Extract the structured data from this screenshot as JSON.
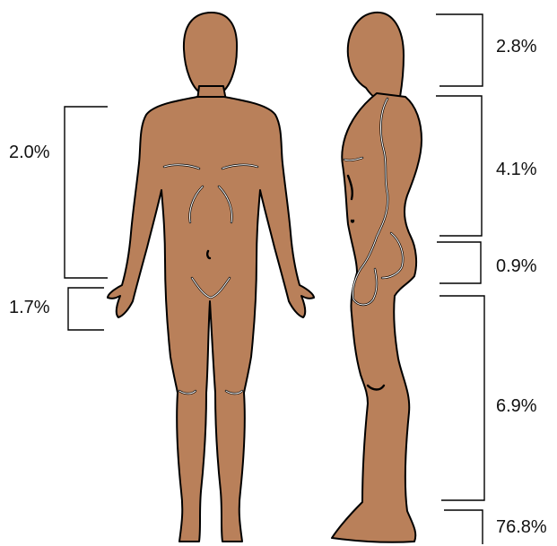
{
  "figure": {
    "skin_color": "#b9805a",
    "outline_color": "#000000",
    "views": [
      "front-view",
      "side-view"
    ]
  },
  "brackets": {
    "front": [
      {
        "id": "front-torso",
        "label": "2.0%"
      },
      {
        "id": "front-pelvis",
        "label": "1.7%"
      }
    ],
    "side": [
      {
        "id": "side-head",
        "label": "2.8%"
      },
      {
        "id": "side-torso",
        "label": "4.1%"
      },
      {
        "id": "side-buttock",
        "label": "0.9%"
      },
      {
        "id": "side-thigh",
        "label": "6.9%"
      },
      {
        "id": "side-foot",
        "label": "76.8%"
      }
    ]
  }
}
